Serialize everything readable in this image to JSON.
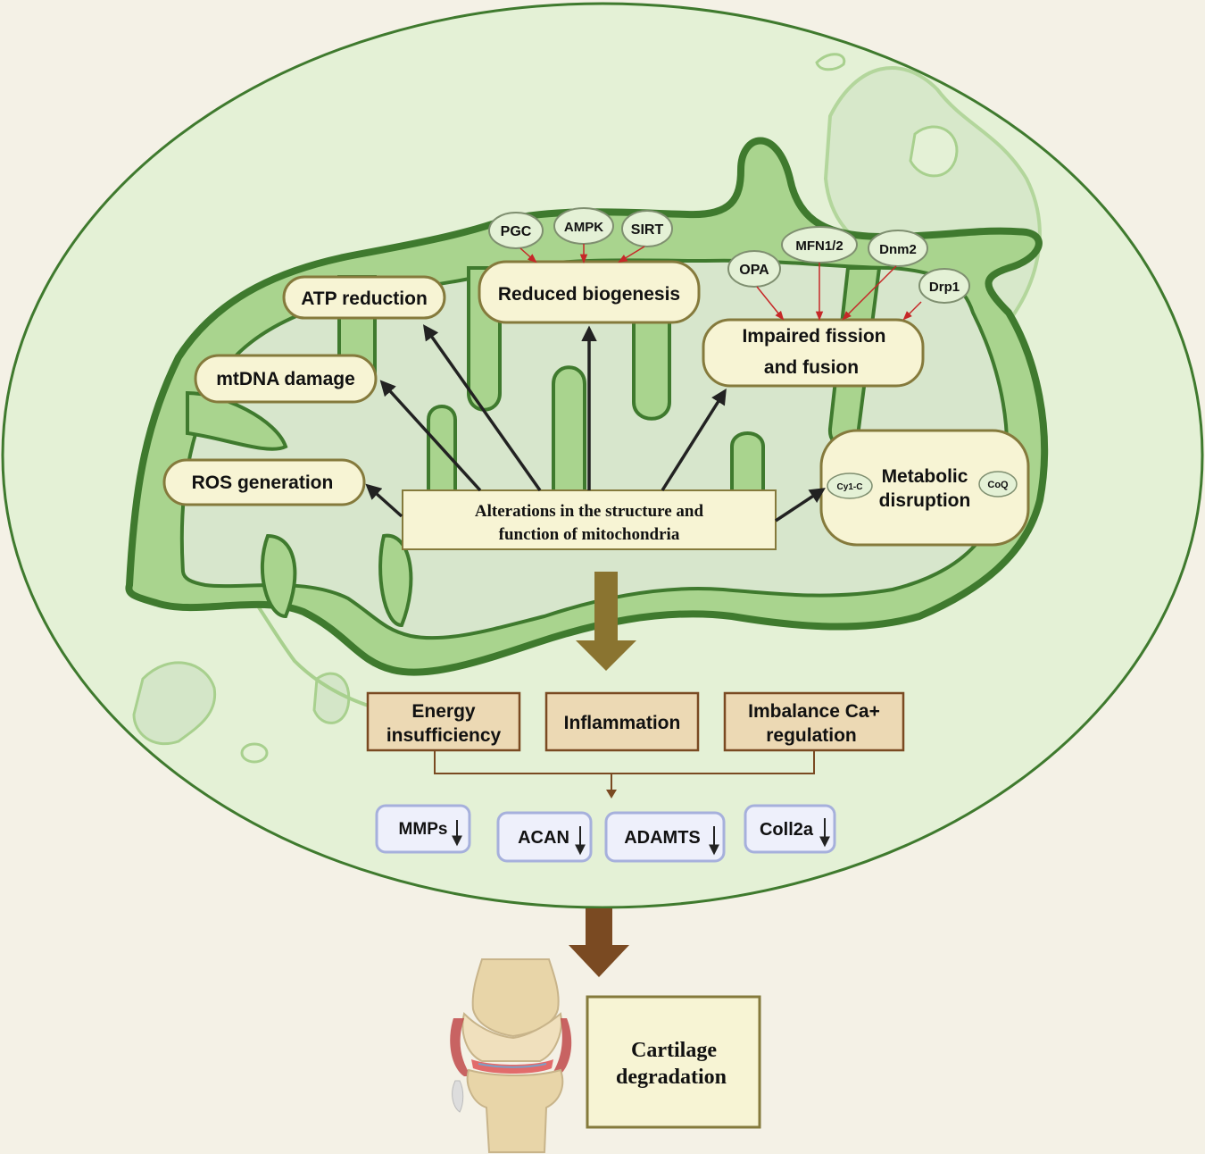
{
  "mito_effects": {
    "atp": "ATP reduction",
    "biogenesis": "Reduced biogenesis",
    "mtdna": "mtDNA damage",
    "ros": "ROS generation",
    "fission_line1": "Impaired fission",
    "fission_line2": "and fusion",
    "metabolic_line1": "Metabolic",
    "metabolic_line2": "disruption"
  },
  "central": {
    "line1": "Alterations in the structure and",
    "line2": "function of  mitochondria"
  },
  "regulators": {
    "pgc": "PGC",
    "ampk": "AMPK",
    "sirt": "SIRT",
    "opa": "OPA",
    "mfn": "MFN1/2",
    "dnm2": "Dnm2",
    "drp1": "Drp1",
    "cy1c": "Cy1-C",
    "coq": "CoQ"
  },
  "consequences": {
    "energy_line1": "Energy",
    "energy_line2": "insufficiency",
    "inflammation": "Inflammation",
    "calcium_line1": "Imbalance Ca+",
    "calcium_line2": "regulation"
  },
  "markers": {
    "mmps": "MMPs",
    "acan": "ACAN",
    "adamts": "ADAMTS",
    "coll2a": "Coll2a",
    "arrow_glyph": "↓"
  },
  "outcome": {
    "line1": "Cartilage",
    "line2": "degradation"
  },
  "colors": {
    "background": "#f4f1e6",
    "cell": "#e4f1d6",
    "mito_outer": "#3f7a2e",
    "mito_fill": "#a9d48e",
    "matrix": "#d7e6cc",
    "box_fill": "#f7f4d4",
    "box_border": "#857a3c",
    "brown_box": "#ecd9b4",
    "marker_fill": "#eef0fb",
    "marker_border": "#a6b0dc",
    "arrow_dark": "#222222",
    "arrow_red": "#c62828",
    "arrow_olive": "#8a7430",
    "arrow_brown": "#7a4a22"
  }
}
